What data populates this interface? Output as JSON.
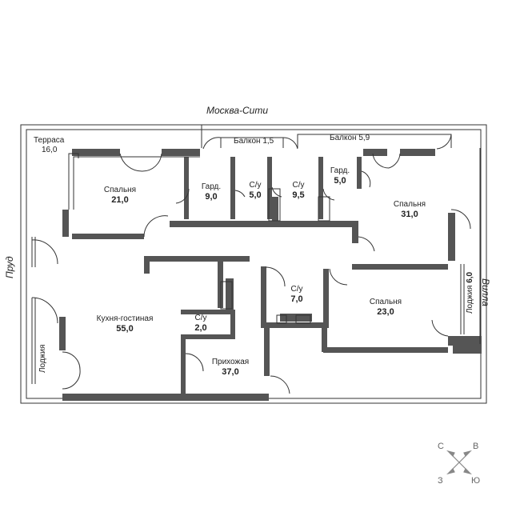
{
  "orientation_labels": {
    "top": "Москва-Сити",
    "left": "Пруд",
    "right": "Вилла"
  },
  "rooms": {
    "terrace": {
      "name": "Терраса",
      "area": "16,0"
    },
    "balcony_1": {
      "name": "Балкон",
      "area": "1,5"
    },
    "balcony_2": {
      "name": "Балкон",
      "area": "5,9"
    },
    "bedroom_1": {
      "name": "Спальня",
      "area": "21,0"
    },
    "wardrobe_1": {
      "name": "Гард.",
      "area": "9,0"
    },
    "wc_1": {
      "name": "С/у",
      "area": "5,0"
    },
    "wc_2": {
      "name": "С/у",
      "area": "9,5"
    },
    "wardrobe_2": {
      "name": "Гард.",
      "area": "5,0"
    },
    "bedroom_2": {
      "name": "Спальня",
      "area": "31,0"
    },
    "kitchen_living": {
      "name": "Кухня-гостиная",
      "area": "55,0"
    },
    "wc_3": {
      "name": "С/у",
      "area": "7,0"
    },
    "wc_4": {
      "name": "С/у",
      "area": "2,0"
    },
    "bedroom_3": {
      "name": "Спальня",
      "area": "23,0"
    },
    "hall": {
      "name": "Прихожая",
      "area": "37,0"
    },
    "loggia_left": {
      "name": "Лоджия"
    },
    "loggia_right": {
      "name": "Лоджия",
      "area": "6,0"
    }
  },
  "compass": {
    "n": "С",
    "e": "В",
    "s": "Ю",
    "w": "З"
  },
  "colors": {
    "wall": "#555555",
    "line": "#333333",
    "bg": "#ffffff"
  }
}
